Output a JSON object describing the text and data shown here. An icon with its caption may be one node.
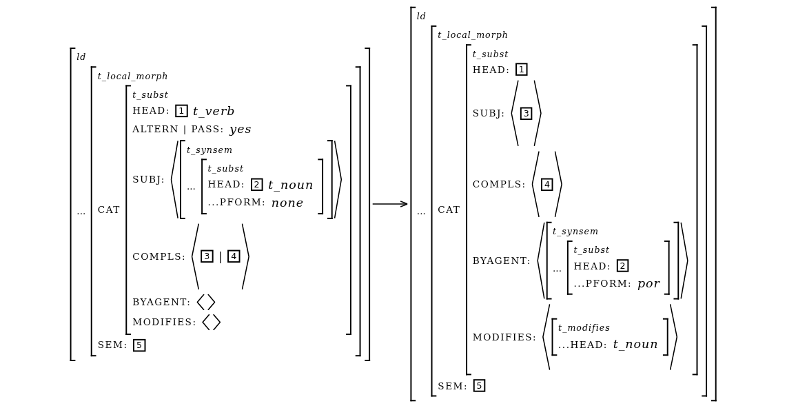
{
  "diagram": {
    "nodes": [
      {
        "text": [
          "ld",
          "..."
        ]
      },
      {
        "text": [
          "t_local_morph",
          "CAT",
          "SEM:"
        ],
        "in": 0
      },
      {
        "text": [
          "t_subst",
          "HEAD:",
          "t_verb",
          "ALTERN | PASS:",
          "yes",
          "SUBJ:",
          "COMPLS:",
          "|",
          "BYAGENT:",
          "MODIFIES:"
        ],
        "in": 1
      },
      {
        "text": [
          "1"
        ],
        "in": 2
      },
      {
        "text": [
          "t_synsem",
          "..."
        ],
        "in": 2
      },
      {
        "text": [
          "t_subst",
          "HEAD:",
          "t_noun",
          "...PFORM:",
          "none"
        ],
        "in": 4
      },
      {
        "text": [
          "2"
        ],
        "in": 5
      },
      {
        "text": [
          "3"
        ],
        "in": 2
      },
      {
        "text": [
          "4"
        ],
        "in": 2
      },
      {
        "text": [
          "5"
        ],
        "in": 1
      },
      {
        "text": [
          "ld",
          "..."
        ]
      },
      {
        "text": [
          "t_local_morph",
          "CAT",
          "SEM:"
        ],
        "in": 10
      },
      {
        "text": [
          "t_subst",
          "HEAD:",
          "SUBJ:",
          "COMPLS:",
          "BYAGENT:",
          "MODIFIES:"
        ],
        "in": 11
      },
      {
        "text": [
          "1"
        ],
        "in": 12
      },
      {
        "text": [
          "3"
        ],
        "in": 12
      },
      {
        "text": [
          "4"
        ],
        "in": 12
      },
      {
        "text": [
          "t_synsem",
          "..."
        ],
        "in": 12
      },
      {
        "text": [
          "t_subst",
          "HEAD:",
          "...PFORM:",
          "por"
        ],
        "in": 16
      },
      {
        "text": [
          "2"
        ],
        "in": 17
      },
      {
        "text": [
          "t_modifies",
          "...HEAD:",
          "t_noun"
        ],
        "in": 12
      },
      {
        "text": [
          "5"
        ],
        "in": 11
      }
    ],
    "edges": [
      {
        "from": 0,
        "to": 10,
        "arrow": "to"
      }
    ]
  }
}
